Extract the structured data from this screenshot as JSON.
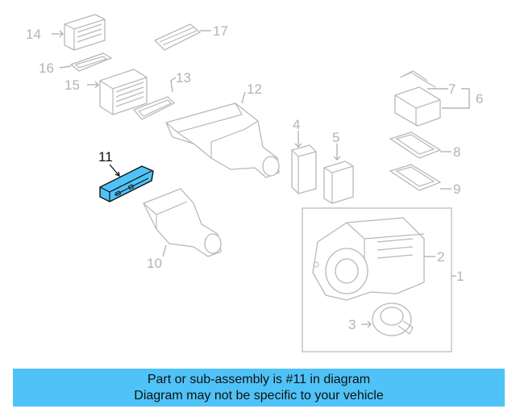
{
  "diagram": {
    "highlighted_part": "11",
    "highlight_color": "#4fc3f7",
    "callouts": [
      "1",
      "2",
      "3",
      "4",
      "5",
      "6",
      "7",
      "8",
      "9",
      "10",
      "11",
      "12",
      "13",
      "14",
      "15",
      "16",
      "17"
    ]
  },
  "banner": {
    "line1": "Part or sub-assembly is #11 in diagram",
    "line2": "Diagram may not be specific to your vehicle",
    "background": "#4fc3f7"
  }
}
